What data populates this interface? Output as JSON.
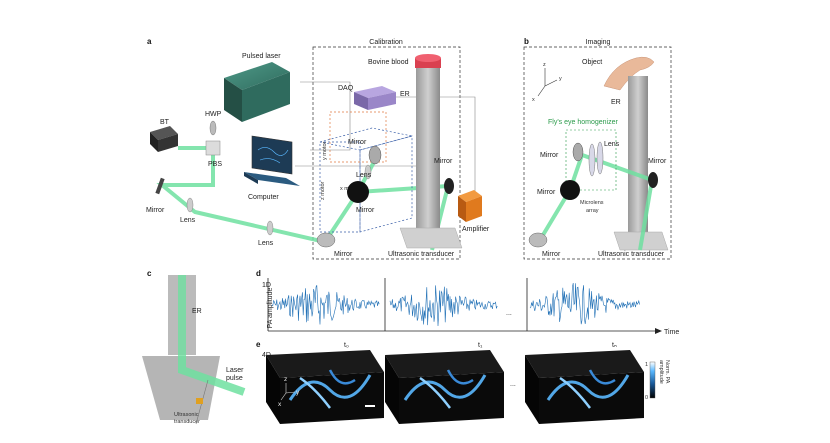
{
  "panels": {
    "a": "a",
    "b": "b",
    "c": "c",
    "d": "d",
    "e": "e"
  },
  "panel_a": {
    "calibration_title": "Calibration",
    "labels": {
      "pulsed_laser": "Pulsed laser",
      "hwp": "HWP",
      "bt": "BT",
      "pbs": "PBS",
      "mirror_left": "Mirror",
      "lens_left": "Lens",
      "lens_bottom": "Lens",
      "computer": "Computer",
      "daq": "DAQ",
      "bovine_blood": "Bovine blood",
      "er": "ER",
      "mirror_top": "Mirror",
      "lens_mid": "Lens",
      "mirror_mid": "Mirror",
      "mirror_right": "Mirror",
      "mirror_bottom": "Mirror",
      "ultrasonic_transducer": "Ultrasonic transducer",
      "amplifier": "Amplifier",
      "y_motor": "y motor",
      "x_motor": "x motor",
      "z_motor": "z motor"
    }
  },
  "panel_b": {
    "imaging_title": "Imaging",
    "labels": {
      "object": "Object",
      "er": "ER",
      "homogenizer": "Fly's eye homogenizer",
      "mirror_top": "Mirror",
      "lens": "Lens",
      "mirror_right": "Mirror",
      "mirror_left": "Mirror",
      "microlens_1": "Microlens",
      "microlens_2": "array",
      "mirror_bottom": "Mirror",
      "ultrasonic_transducer": "Ultrasonic transducer",
      "axis_z": "z",
      "axis_y": "y",
      "axis_x": "x"
    }
  },
  "panel_c": {
    "er": "ER",
    "laser_pulse_1": "Laser",
    "laser_pulse_2": "pulse",
    "ut_1": "Ultrasonic",
    "ut_2": "transducer"
  },
  "panel_d": {
    "dim": "1D",
    "ylabel": "PA amplitude",
    "time": "Time",
    "ellipsis_1": "...",
    "ellipsis_2": "..."
  },
  "panel_e": {
    "dim": "4D",
    "t0": "t₀",
    "t1": "t₁",
    "tn": "tₙ",
    "axis_z": "z",
    "axis_x": "x",
    "axis_y": "y",
    "colorbar_max": "1",
    "colorbar_min": "0",
    "colorbar_label_1": "Norm. PA",
    "colorbar_label_2": "amplitude",
    "ellipsis": "..."
  },
  "colors": {
    "beam": "#6fe0a0",
    "laser_body": "#2f6b5e",
    "daq": "#9a86c8",
    "amplifier": "#e07a1e",
    "blood": "#d94050",
    "signal": "#1f6fb5",
    "vessel": "#5ab8ff"
  }
}
